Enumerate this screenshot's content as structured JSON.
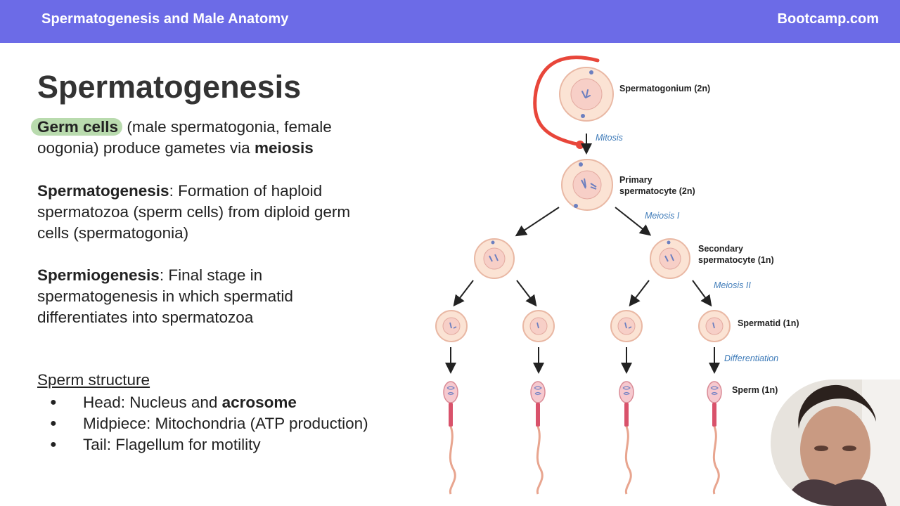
{
  "header": {
    "title": "Spermatogenesis and Male Anatomy",
    "brand": "Bootcamp.com"
  },
  "slide": {
    "title": "Spermatogenesis",
    "germ_term": "Germ cells",
    "germ_text_1": " (male spermatogonia, female",
    "germ_text_2": "oogonia) produce gametes via ",
    "germ_bold": "meiosis",
    "sg_term": "Spermatogenesis",
    "sg_text_1": ": Formation of haploid",
    "sg_text_2": "spermatozoa (sperm cells) from diploid germ",
    "sg_text_3": "cells (spermatogonia)",
    "sm_term": "Spermiogenesis",
    "sm_text_1": ": Final stage in",
    "sm_text_2": "spermatogenesis in which spermatid",
    "sm_text_3": "differentiates into spermatozoa",
    "structure_heading": "Sperm structure",
    "bullets": [
      {
        "dot": "●",
        "text": "Head: Nucleus and ",
        "bold": "acrosome"
      },
      {
        "dot": "●",
        "text": "Midpiece: Mitochondria (ATP production)",
        "bold": ""
      },
      {
        "dot": "●",
        "text": "Tail: Flagellum for motility",
        "bold": ""
      }
    ]
  },
  "diagram": {
    "labels": {
      "spermatogonium": "Spermatogonium (2n)",
      "primary_1": "Primary",
      "primary_2": "spermatocyte (2n)",
      "secondary_1": "Secondary",
      "secondary_2": "spermatocyte (1n)",
      "spermatid": "Spermatid (1n)",
      "sperm": "Sperm (1n)"
    },
    "steps": {
      "mitosis": "Mitosis",
      "meiosis1": "Meiosis I",
      "meiosis2": "Meiosis II",
      "differentiation": "Differentiation"
    },
    "colors": {
      "cell_fill": "#fbe3d4",
      "cell_stroke": "#e9b8a4",
      "annotation": "#e8463a",
      "step_text": "#3d7ab8",
      "arrow": "#222222"
    }
  },
  "webcam": {
    "icon": "person-icon"
  }
}
